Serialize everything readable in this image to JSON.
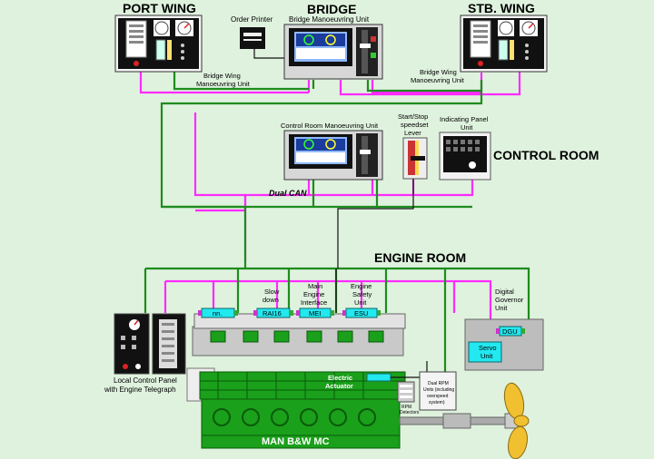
{
  "areas": {
    "port_wing": "PORT WING",
    "bridge": "BRIDGE",
    "stb_wing": "STB. WING",
    "control_room": "CONTROL ROOM",
    "engine_room": "ENGINE ROOM"
  },
  "units": {
    "order_printer": "Order Printer",
    "bridge_mu": "Bridge Manoeuvring Unit",
    "bridge_wing_mu_left": [
      "Bridge Wing",
      "Manoeuvring Unit"
    ],
    "bridge_wing_mu_right": [
      "Bridge Wing",
      "Manoeuvring Unit"
    ],
    "control_room_mu": "Control Room Manoeuvring Unit",
    "start_stop": [
      "Start/Stop",
      "speedset",
      "Lever"
    ],
    "indicating_panel": [
      "Indicating Panel",
      "Unit"
    ],
    "dual_can": "Dual CAN",
    "slow_down": [
      "Slow",
      "down"
    ],
    "mei": [
      "Main",
      "Engine",
      "Interface"
    ],
    "esu": [
      "Engine",
      "Safety",
      "Unit"
    ],
    "digital_governor": [
      "Digital",
      "Governor",
      "Unit"
    ],
    "local_control_panel": [
      "Local Control Panel",
      "with Engine Telegraph"
    ],
    "electric_actuator": [
      "Electric",
      "Actuator"
    ],
    "dual_rpm": [
      "Dual RPM",
      "Units (including",
      "overspeed",
      "system)"
    ],
    "rpm_detectors": [
      "RPM",
      "Detectors"
    ],
    "servo_unit": [
      "Servo",
      "Unit"
    ],
    "engine_name": "MAN B&W  MC"
  },
  "modules": {
    "nn": "nn.",
    "rai": "RAI16",
    "mei": "MEI",
    "esu": "ESU",
    "dgu": "DGU"
  },
  "colors": {
    "background": "#dff2de",
    "can_bus_magenta": "#ff2bff",
    "can_bus_green": "#1e8c1e",
    "engine_green": "#1aa01a",
    "module_cyan": "#22e8f0",
    "propeller": "#f1c030"
  }
}
